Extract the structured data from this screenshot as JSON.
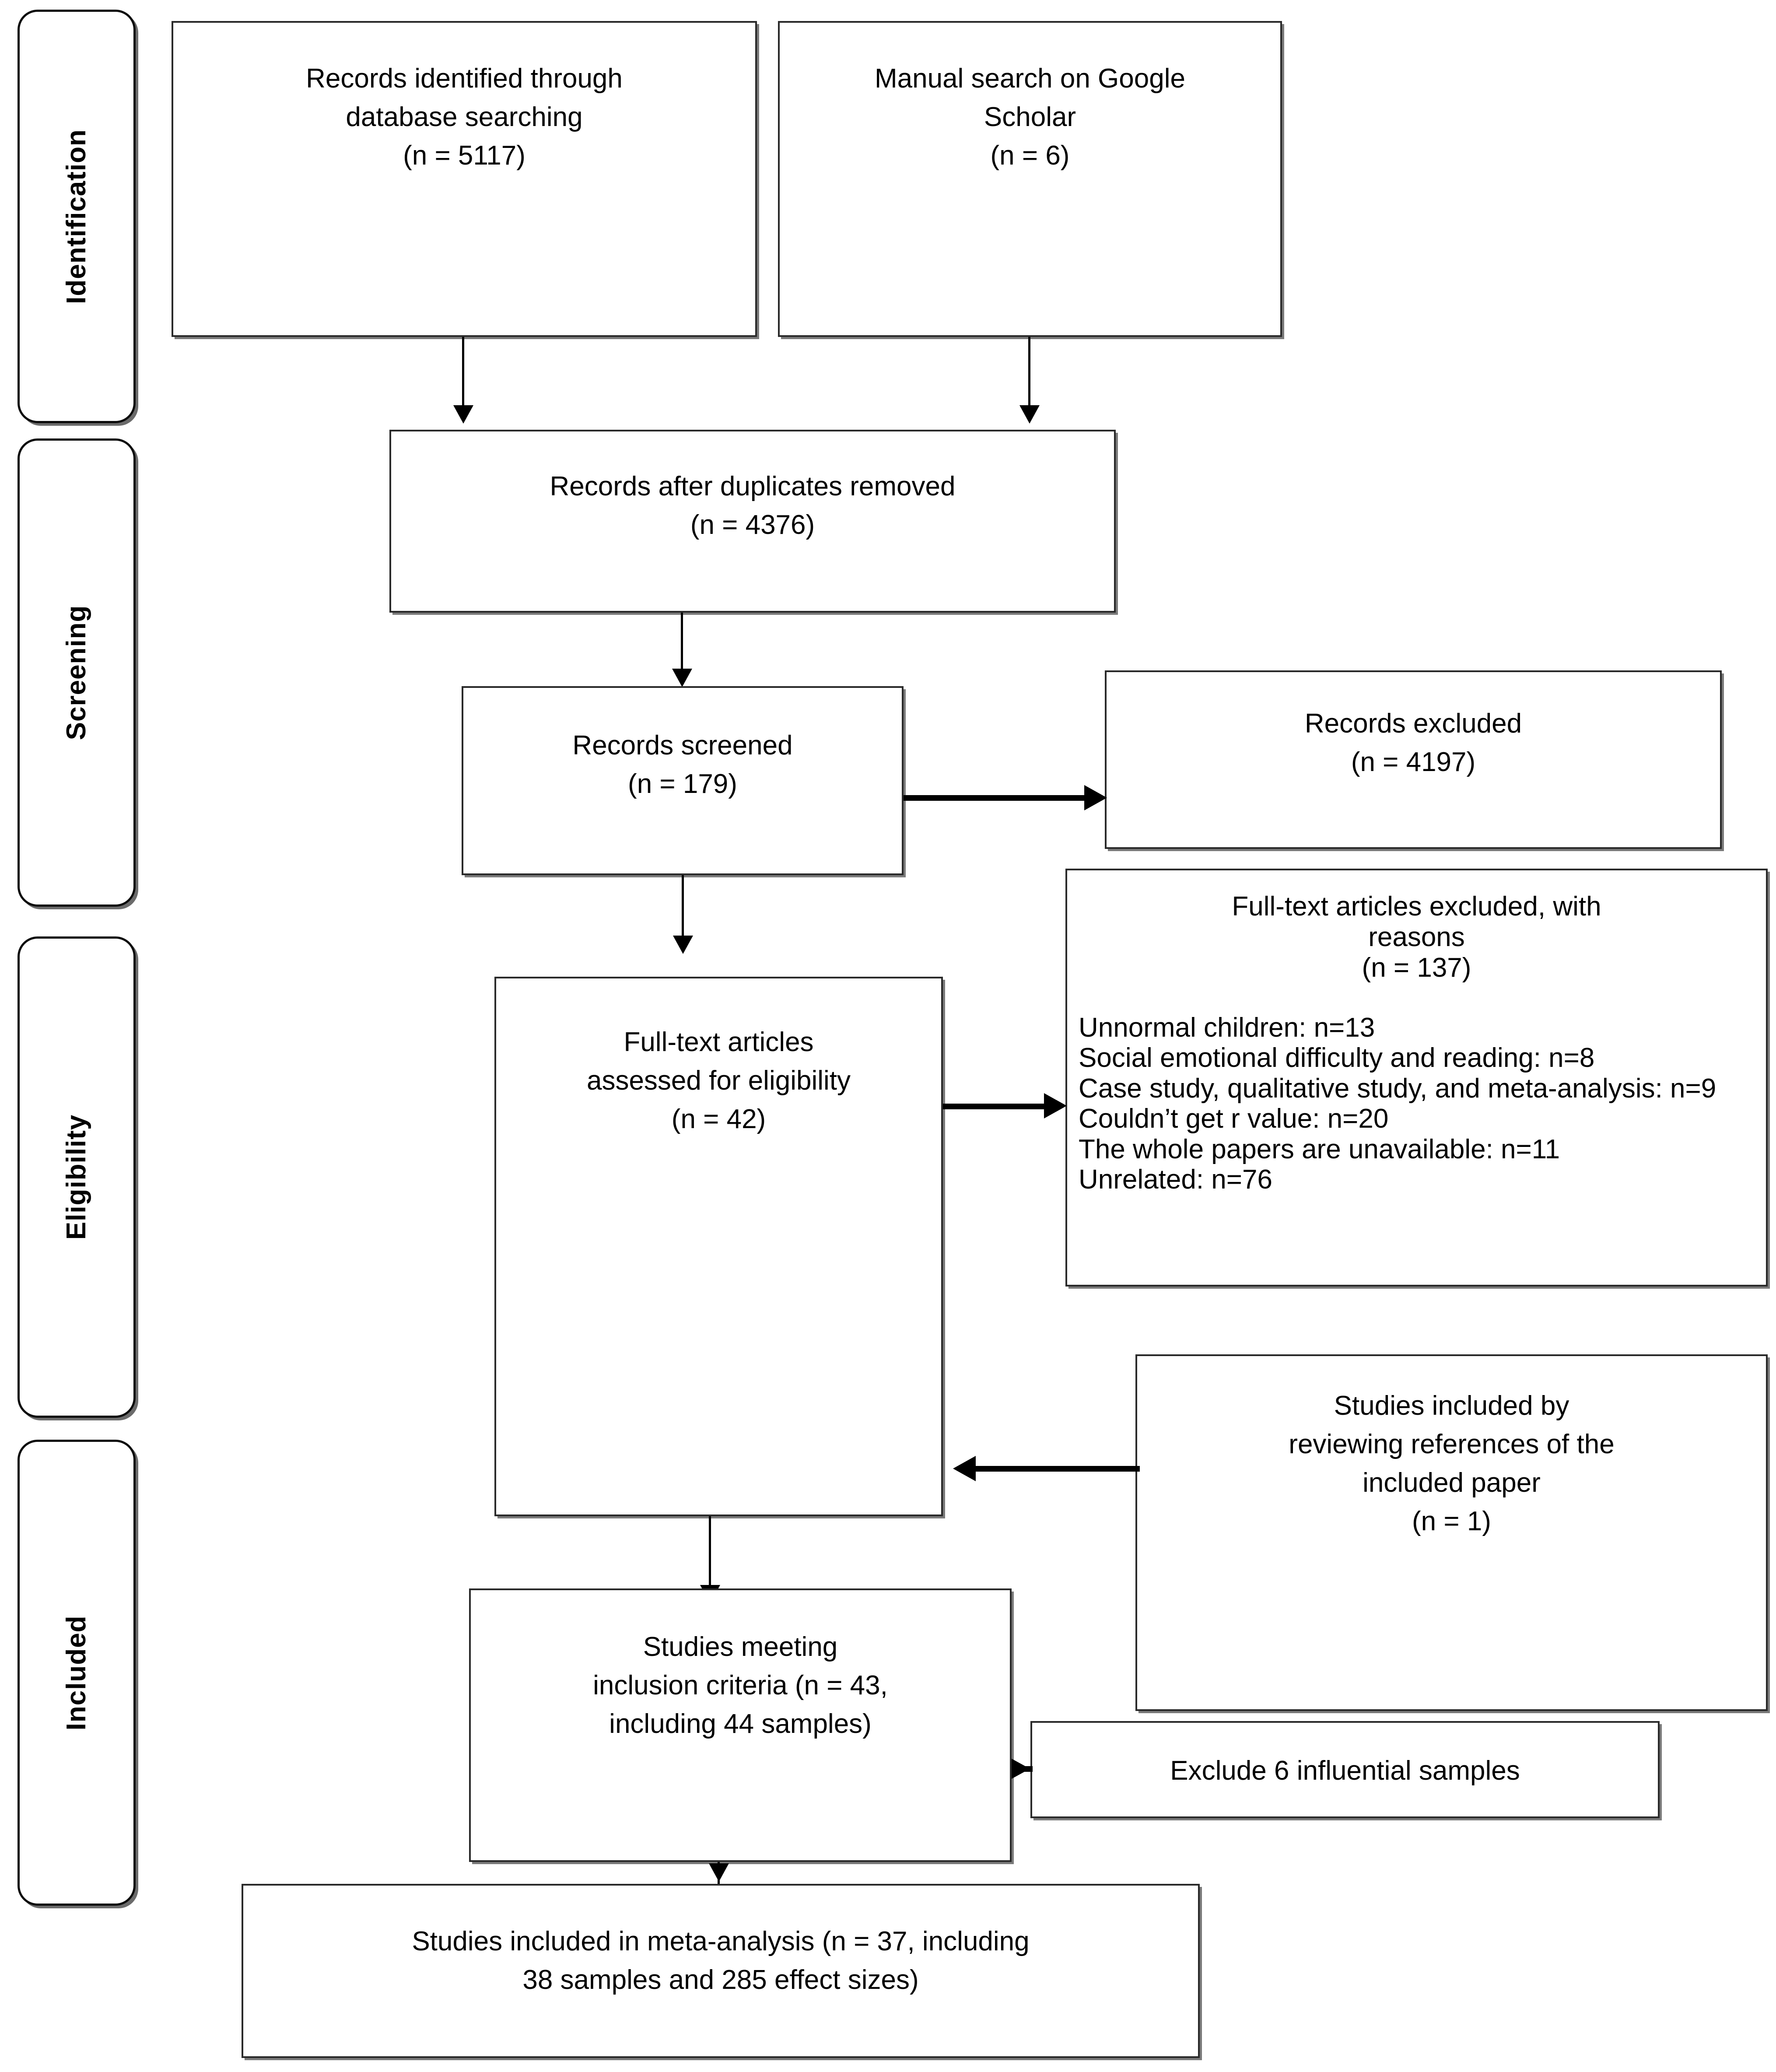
{
  "diagram": {
    "type": "prisma-flow-diagram",
    "phases": [
      {
        "id": "identification",
        "label": "Identification"
      },
      {
        "id": "screening",
        "label": "Screening"
      },
      {
        "id": "eligibility",
        "label": "Eligibility"
      },
      {
        "id": "included",
        "label": "Included"
      }
    ],
    "boxes": {
      "records_database": {
        "line1": "Records identified through",
        "line2": "database searching",
        "count": "(n = 5117)"
      },
      "manual_search": {
        "line1": "Manual search on Google",
        "line2": "Scholar",
        "count": "(n = 6)"
      },
      "duplicates_removed": {
        "line1": "Records after duplicates removed",
        "count": "(n = 4376)"
      },
      "records_screened": {
        "line1": "Records screened",
        "count": "(n = 179)"
      },
      "records_excluded": {
        "line1": "Records excluded",
        "count": "(n = 4197)"
      },
      "fulltext_assessed": {
        "line1": "Full-text articles",
        "line2": "assessed for eligibility",
        "count": "(n = 42)"
      },
      "fulltext_excluded": {
        "line1": "Full-text articles excluded, with",
        "line2": "reasons",
        "count": "(n = 137)",
        "reasons_text": "Unnormal children: n=13\nSocial emotional difficulty and reading: n=8\nCase study, qualitative study, and meta-analysis: n=9\nCouldn’t get r value: n=20\nThe whole papers are unavailable: n=11\nUnrelated: n=76",
        "reasons": [
          {
            "label": "Unnormal children",
            "value": "n=13"
          },
          {
            "label": "Social emotional difficulty and reading",
            "value": "n=8"
          },
          {
            "label": "Case study, qualitative study, and meta-analysis",
            "value": "n=9"
          },
          {
            "label": "Couldn’t get r value",
            "value": "n=20"
          },
          {
            "label": "The whole papers are unavailable",
            "value": "n=11"
          },
          {
            "label": "Unrelated",
            "value": "n=76"
          }
        ]
      },
      "studies_from_references": {
        "line1": "Studies included by",
        "line2": "reviewing references of the",
        "line3": "included paper",
        "count": "(n = 1)"
      },
      "studies_meeting_criteria": {
        "line1": "Studies meeting",
        "line2": "inclusion criteria (n = 43,",
        "line3": "including 44 samples)"
      },
      "exclude_influential": {
        "line1": "Exclude 6 influential samples"
      },
      "studies_in_meta": {
        "line1": "Studies included in meta-analysis (n = 37, including",
        "line2": "38 samples and 285 effect sizes)"
      }
    }
  }
}
